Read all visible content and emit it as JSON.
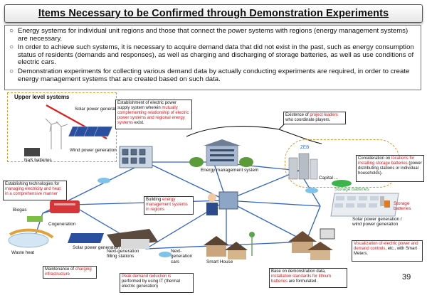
{
  "header": {
    "title": "Items Necessary  to be Confirmed through Demonstration Experiments"
  },
  "intro": {
    "bullet_marker": "○",
    "bullets": [
      "Energy systems for individual unit regions and those that connect the power systems with regions (energy management systems) are necessary.",
      "In order to achieve such systems, it is necessary to acquire demand data that did not exist in the past, such as energy consumption status of residents (demands and responses), as well as charging and discharging of storage batteries, as well as use conditions of electric cars.",
      "Demonstration experiments for collecting various demand data by actually conducting experiments are required, in order to create energy management systems that are created based on such data."
    ]
  },
  "diagram": {
    "upper_level_title": "Upper level systems",
    "labels": {
      "solar_gen_top": "Solar power generation",
      "wind_gen": "Wind power generation",
      "nas": "NaS batteries",
      "ems": "Energy management system",
      "zeb": "ZEB",
      "capital": "Capital ...",
      "storage_green": "Storage batteries",
      "storage_right": "Storage batteries",
      "solar_wind": "Solar power generation / wind power generation",
      "biogas": "Biogas",
      "cogeneration": "Cogeneration",
      "waste_heat": "Waste heat",
      "solar_gen_bottom": "Solar power generation",
      "next_gen_stations": "Next-generation filling stations",
      "next_gen_cars": "Next-generation cars",
      "smart_house": "Smart House"
    },
    "callouts": {
      "establishment": {
        "pre": "Establishment of electric power supply system wherein ",
        "red": "mutually complementing relationship of electric power systems and regional energy systems",
        "post": " exist."
      },
      "project_leaders": {
        "pre": "Existence of ",
        "red": "project leaders",
        "post": " who coordinate players."
      },
      "locations": {
        "pre": "Consideration on ",
        "red": "locations for installing storage batteries",
        "post": " (power distributing stations or individual households)."
      },
      "technologies": {
        "pre": "Establishing technologies for ",
        "red": "managing electricity and heat in a comprehensive manner",
        "post": ""
      },
      "building": {
        "pre": "Building ",
        "red": "energy management systems in regions",
        "post": ""
      },
      "visualization": {
        "pre": "",
        "red": "Visualization of electric power and demand controls",
        "post": ", etc., with Smart Meters."
      },
      "maintenance": {
        "pre": "Maintenance of ",
        "red": "charging infrastructure",
        "post": ""
      },
      "peak": {
        "pre": "",
        "red": "Peak demand reduction is",
        "post": " performed by using IT (thermal electric generation)"
      },
      "base": {
        "pre": "Base on demonstration data, ",
        "red": "installation standards for lithium batteries",
        "post": " are formulated."
      }
    }
  },
  "page_number": "39",
  "colors": {
    "accent_red": "#d4161c",
    "network_blue": "#2f63c9",
    "dashed_orange": "#d99a2b"
  }
}
